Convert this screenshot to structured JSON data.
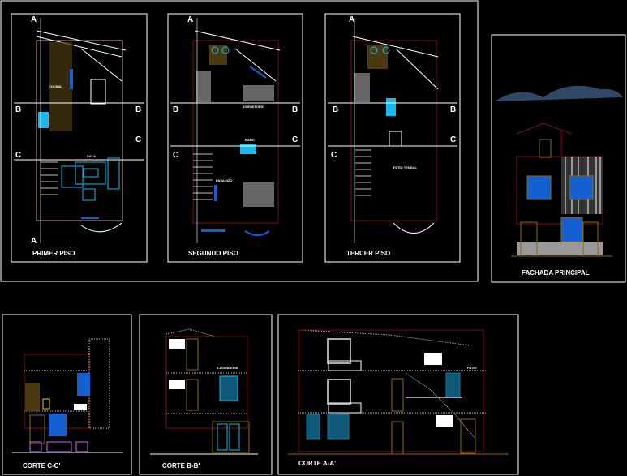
{
  "sheet": {
    "plans": [
      {
        "title": "PRIMER PISO",
        "rooms": [
          "COCINA",
          "SALA"
        ]
      },
      {
        "title": "SEGUNDO PISO",
        "rooms": [
          "DORMITORIO",
          "BAÑO",
          "PASADIZO"
        ]
      },
      {
        "title": "TERCER PISO",
        "rooms": [
          "PATIO TENDAL"
        ]
      }
    ],
    "facade": {
      "title": "FACHADA PRINCIPAL"
    },
    "sections": [
      {
        "title": "CORTE C-C'"
      },
      {
        "title": "CORTE B-B'",
        "rooms": [
          "LAVANDERIA"
        ]
      },
      {
        "title": "CORTE A-A'",
        "rooms": [
          "PATIO"
        ]
      }
    ],
    "section_marks": {
      "a": "A",
      "b": "B",
      "c": "C"
    }
  },
  "colors": {
    "background": "#000000",
    "lines": "#ffffff",
    "walls": "#7a1010",
    "furniture": "#19b8f0",
    "windows": "#1460d0",
    "doors": "#8a6a1a"
  }
}
